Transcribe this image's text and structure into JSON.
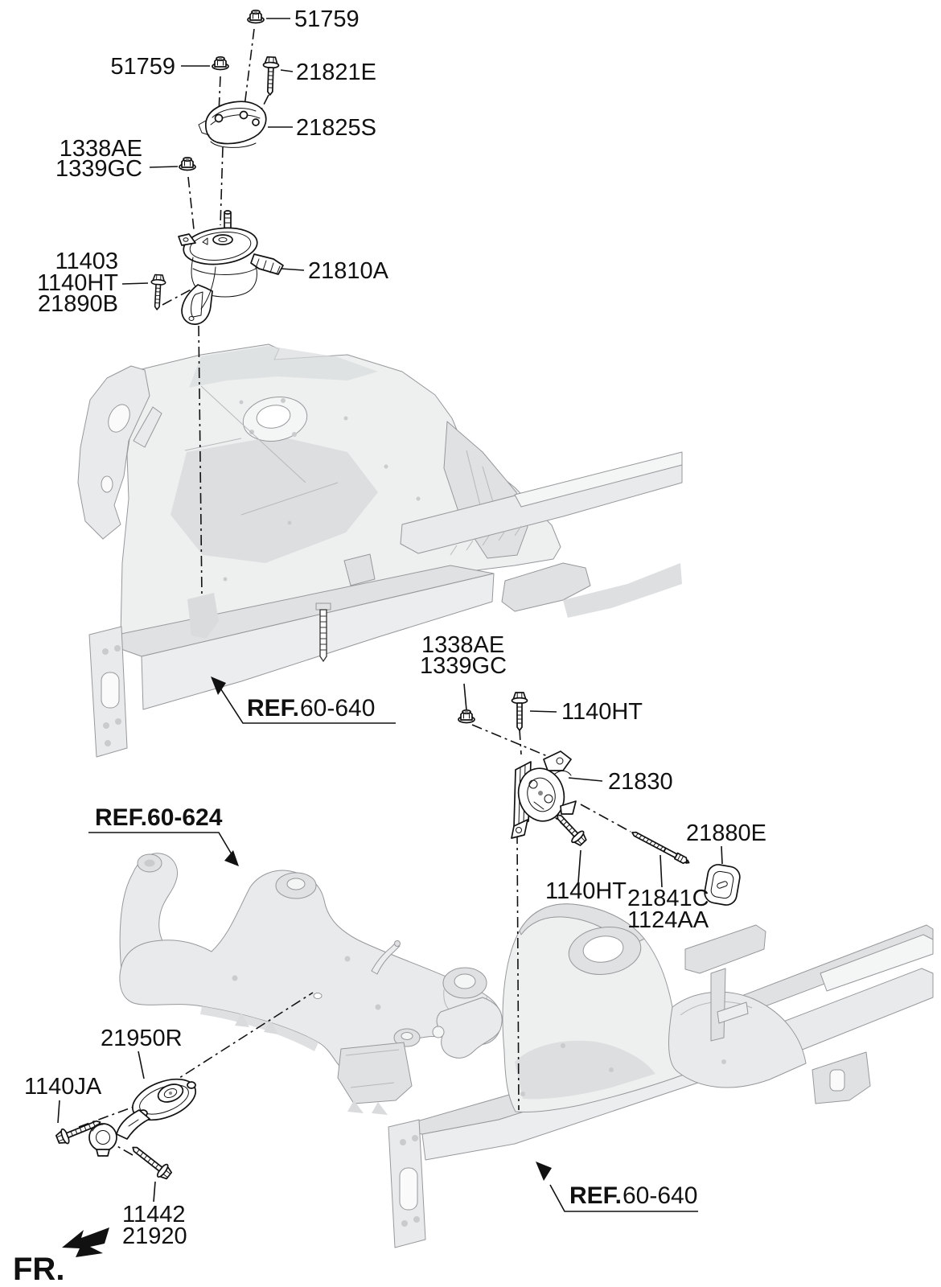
{
  "diagram": {
    "type": "parts-exploded-diagram",
    "subject": "engine-and-transaxle-mounting",
    "fr_label": "FR.",
    "colors": {
      "ink": "#111111",
      "metal_light": "#eceeee",
      "metal_mid": "#dfe1e2",
      "metal_dark": "#c9cbcd",
      "background": "#ffffff"
    },
    "labels": {
      "p51759_top": "51759",
      "p51759_side": "51759",
      "p21821E": "21821E",
      "p21825S": "21825S",
      "p1338AE_1": "1338AE",
      "p1339GC_1": "1339GC",
      "p11403": "11403",
      "p1140HT_1": "1140HT",
      "p21890B": "21890B",
      "p21810A": "21810A",
      "p1338AE_2": "1338AE",
      "p1339GC_2": "1339GC",
      "p1140HT_2": "1140HT",
      "p21830": "21830",
      "p1140HT_3": "1140HT",
      "p21841C": "21841C",
      "p1124AA": "1124AA",
      "p21880E": "21880E",
      "p21950R": "21950R",
      "p1140JA": "1140JA",
      "p11442": "11442",
      "p21920": "21920"
    },
    "refs": {
      "prefix": "REF.",
      "top_left_num": "60-640",
      "mid_left_full": "REF.60-624",
      "bottom_right_num": "60-640"
    }
  }
}
